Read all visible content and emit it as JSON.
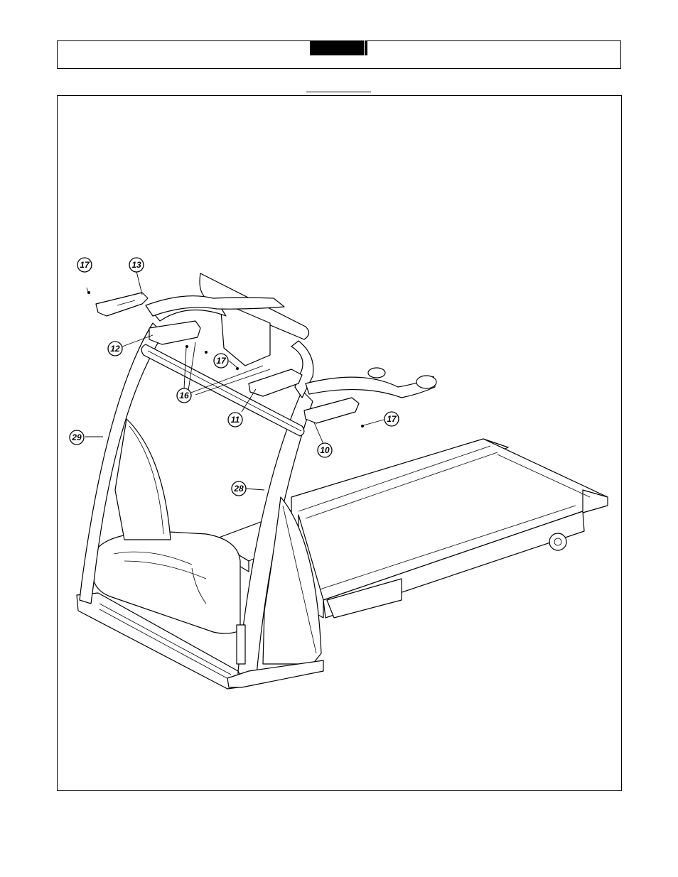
{
  "callouts": [
    {
      "id": "c17a",
      "label": "17"
    },
    {
      "id": "c13",
      "label": "13"
    },
    {
      "id": "c12",
      "label": "12"
    },
    {
      "id": "c17b",
      "label": "17"
    },
    {
      "id": "c16",
      "label": "16"
    },
    {
      "id": "c11",
      "label": "11"
    },
    {
      "id": "c17c",
      "label": "17"
    },
    {
      "id": "c10",
      "label": "10"
    },
    {
      "id": "c29",
      "label": "29"
    },
    {
      "id": "c28",
      "label": "28"
    }
  ],
  "colors": {
    "ink": "#000000",
    "paper": "#ffffff"
  }
}
